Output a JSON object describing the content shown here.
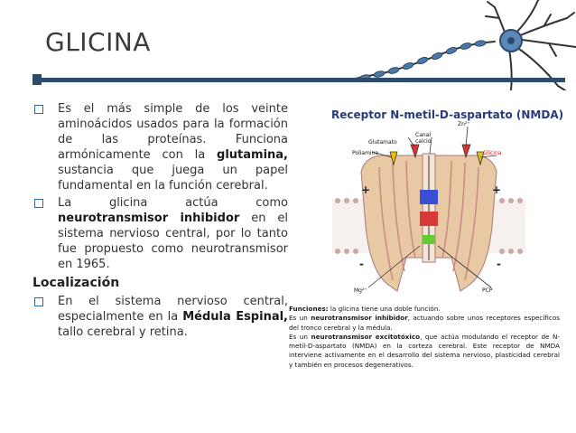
{
  "slide": {
    "title": "GLICINA",
    "bullet1_a": "Es el más simple de los veinte aminoácidos usados para la formación de las proteínas. Funciona armónicamente con la ",
    "bullet1_bold": "glutamina,",
    "bullet1_b": " sustancia que juega un papel fundamental en la función cerebral.",
    "bullet2_a": "La glicina actúa como ",
    "bullet2_bold": "neurotransmisor inhibidor",
    "bullet2_b": " en el sistema nervioso central, por lo tanto fue propuesto como neurotransmisor en 1965.",
    "subheading": "Localización",
    "bullet3_a": "En el sistema nervioso central, especialmente en la ",
    "bullet3_bold": "Médula Espinal,",
    "bullet3_b": " tallo cerebral y retina."
  },
  "figure": {
    "title": "Receptor N-metil-D-aspartato (NMDA)",
    "labels": {
      "glutamato": "Glutamato",
      "canal_calcio": "Canal calcio",
      "poliamina": "Poliamina",
      "zn": "Zn²⁺",
      "glicina": "Glicina",
      "mg": "Mg²⁺",
      "pcp": "PCP",
      "plus": "+",
      "minus": "-"
    }
  },
  "infobox": {
    "line1_bold": "Funciones:",
    "line1": " la glicina tiene una doble función.",
    "line2_a": "Es un ",
    "line2_bold": "neurotransmisor inhibidor",
    "line2_b": ", actuando sobre unos receptores específicos del tronco cerebral y la médula.",
    "line3_a": "Es un ",
    "line3_bold": "neurotransmisor excitotóxico",
    "line3_b": ", que actúa modulando el receptor de N-metil-D-aspartato (NMDA) en la corteza cerebral. Este receptor de NMDA interviene activamente en el desarrollo del sistema nervioso, plasticidad cerebral y también en procesos degenerativos."
  },
  "colors": {
    "accent": "#2e4b6b",
    "bullet": "#2e6a9c",
    "figure_title": "#2a3a7a"
  }
}
